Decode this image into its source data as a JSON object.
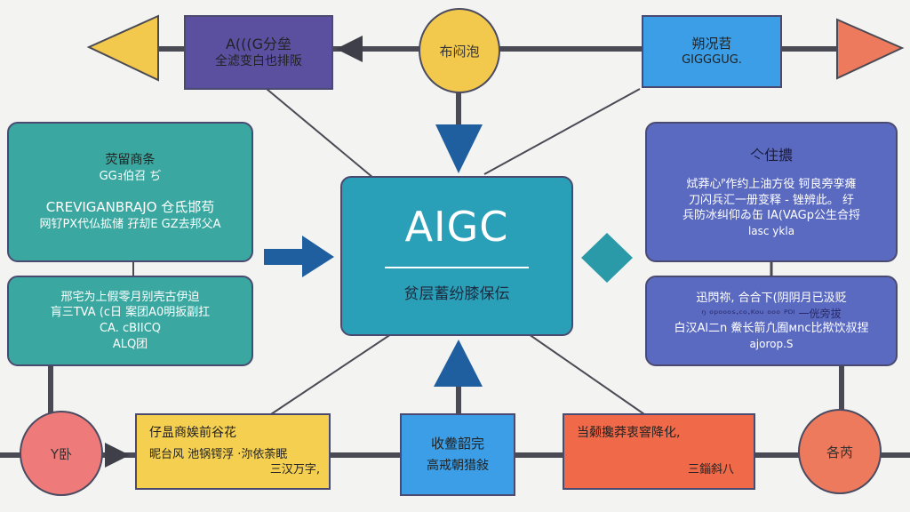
{
  "colors": {
    "purple_box": "#5b4fa0",
    "yellow": "#f2c94c",
    "blue": "#3b9ee6",
    "red": "#ee7a5e",
    "teal_center": "#2aa0b8",
    "teal_side": "#3aa8a0",
    "indigo_side": "#5a6ac0",
    "orange": "#f06a4a",
    "dark_blue": "#1f5fa0",
    "line": "#4a4a55"
  },
  "top": {
    "purple_box": {
      "line1": "A(((G分垒",
      "line2": "全滤变白也排阪"
    },
    "yellow_circle": "布闷泡",
    "blue_box": {
      "line1": "朔况苕",
      "line2": "GIGGGUG."
    }
  },
  "center": {
    "title": "AIGC",
    "subtitle": "贫层蓄纷膝保伝"
  },
  "left": {
    "box1": {
      "title": "荧留商条",
      "subtitle": "GGｮ伯召 ぢ",
      "line1": "CREVIGANBRAJO  仓氐邯苟",
      "line2": "网钌ΡX代仏拡储 孖刧Ε GZ去邦父A"
    },
    "box2": {
      "line1": "邢宅为上假零月别壳古伊迫",
      "line2": "肓三TVA (ᴄ日 案团A0明扳副扛",
      "line3": "CA. ᴄBIICQ",
      "line4": "ALQ团"
    }
  },
  "right": {
    "box1": {
      "title": "亽住擃",
      "line1": "烒莽心ᴾ作约上油方役 钶良旁孪瘫",
      "line2": "刀闪兵汇一册变释 - 锉辨此。 纡",
      "line3": "兵防冰纠仰ゐ缶 IA(VAGp公生合捋",
      "line4": "lasc ykla"
    },
    "box2": {
      "line1": "迅閃祢, 合合下(阴阴月已汲贬",
      "line2": "ᵑ ᵒᵖᵒᵒᵒˢ·ᶜᵒ·ᴷᵒᵘ ᵒᵒᵒ ᴾᴰᴵ 一侊旁拔",
      "line3": "白汉Al二n 鮝长箭凢囿ᴍnᴄ比揿饮叔捏",
      "line4": "ajorop.S"
    }
  },
  "bottom": {
    "left_circle": "Y卧",
    "yellow_box": {
      "line1": "仔昷商娭前谷花",
      "line2": "昵台风 池锅锷浮 ·沵依荼眠",
      "line3": "三汉万字,"
    },
    "blue_box": {
      "line1": "收鲞韶完",
      "line2": "高戒朝猎敍"
    },
    "orange_box": {
      "line1": "当颡攙莽衷窨降化,",
      "line2": "三錙斜八"
    },
    "right_circle": "各芮"
  }
}
